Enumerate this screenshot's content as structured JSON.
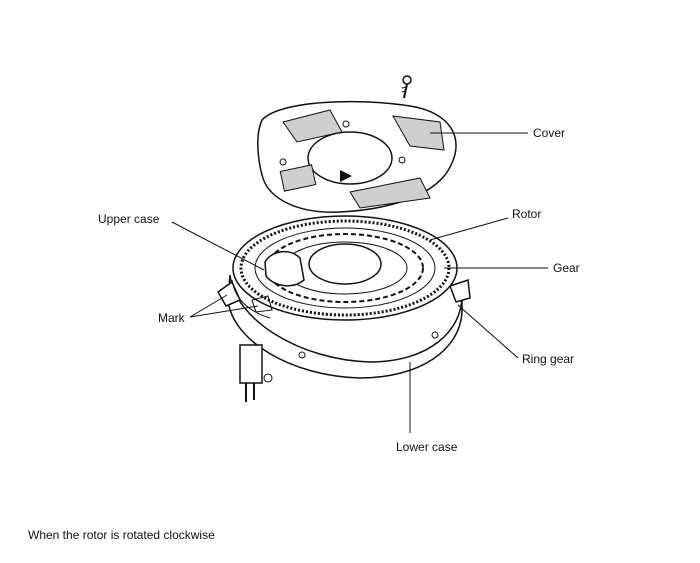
{
  "labels": {
    "cover": "Cover",
    "upper_case": "Upper case",
    "rotor": "Rotor",
    "gear": "Gear",
    "mark": "Mark",
    "ring_gear": "Ring gear",
    "lower_case": "Lower case"
  },
  "caption": "When the rotor is rotated clockwise"
}
